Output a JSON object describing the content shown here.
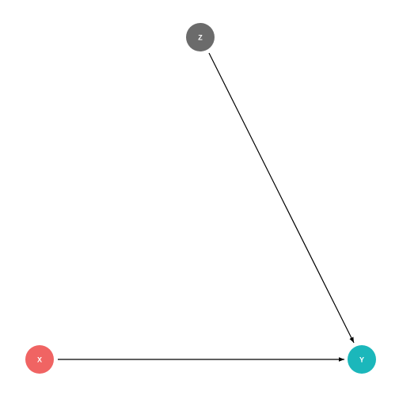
{
  "diagram": {
    "type": "directed-acyclic-graph",
    "nodes": [
      {
        "id": "Z",
        "label": "Z",
        "color": "#6b6b6b"
      },
      {
        "id": "X",
        "label": "X",
        "color": "#f06463"
      },
      {
        "id": "Y",
        "label": "Y",
        "color": "#1bb7bb"
      }
    ],
    "edges": [
      {
        "from": "Z",
        "to": "Y"
      },
      {
        "from": "X",
        "to": "Y"
      }
    ],
    "edge_color": "#000000",
    "background": "#ffffff"
  }
}
